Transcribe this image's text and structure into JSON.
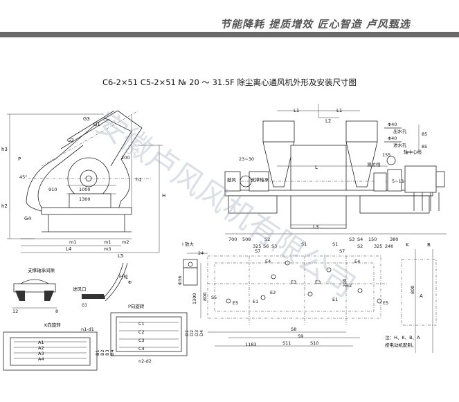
{
  "header": {
    "slogan": "节能降耗 提质增效 匠心智造 卢风甄选"
  },
  "title": "C6-2×51 C5-2×51 № 20 ～ 31.5F 除尘离心通风机外形及安装尺寸图",
  "watermark": "安徽卢风风机有限公司",
  "left_view": {
    "labels": [
      "h3",
      "G3",
      "G2",
      "G1",
      "P",
      "45°",
      "910",
      "1000",
      "1300",
      "200",
      "h2",
      "G4",
      "h1",
      "H",
      "m1",
      "m1",
      "m3",
      "L4",
      "L5",
      "m2"
    ]
  },
  "right_view": {
    "labels": [
      "L1",
      "L1",
      "L2",
      "Φ40",
      "出水孔",
      "Φ40",
      "进水孔",
      "轴中心线",
      "85",
      "85",
      "155",
      "L",
      "23~30",
      "鼓风",
      "支撑轴承",
      "测位线",
      "5~11",
      "L3",
      "700",
      "508",
      "325",
      "S6",
      "S3",
      "S2",
      "S1",
      "S1",
      "S3",
      "S4",
      "S2",
      "150",
      "380",
      "K",
      "B",
      "325",
      "240",
      "S5",
      "S7",
      "S7",
      "E5",
      "E4",
      "E1",
      "E2",
      "E3",
      "E3",
      "E1",
      "E2",
      "E5",
      "E4",
      "1300",
      "800",
      "200",
      "800",
      "A",
      "S8",
      "S9",
      "S10",
      "S11",
      "1183"
    ],
    "note_line1": "注：H、K、B、A",
    "note_line2": "按电动机配制。"
  },
  "detail_I": {
    "title": "Ⅰ 放大",
    "labels": [
      "24",
      "Φ36"
    ]
  },
  "detail_support": {
    "title": "支撑轴承间隙",
    "labels": [
      "12",
      "8"
    ]
  },
  "detail_inlet": {
    "labels": [
      "叶轮",
      "进风口",
      "δ1",
      "Φ"
    ]
  },
  "view_K": {
    "title": "K向旋转",
    "labels": [
      "n1-d1",
      "A1",
      "A2",
      "A3",
      "A4",
      "B1",
      "B2",
      "B3",
      "B4"
    ]
  },
  "view_P": {
    "title": "P向旋转",
    "labels": [
      "C1",
      "C2",
      "C3",
      "C4",
      "D1",
      "D2",
      "D3",
      "D4",
      "n2-d2"
    ]
  }
}
